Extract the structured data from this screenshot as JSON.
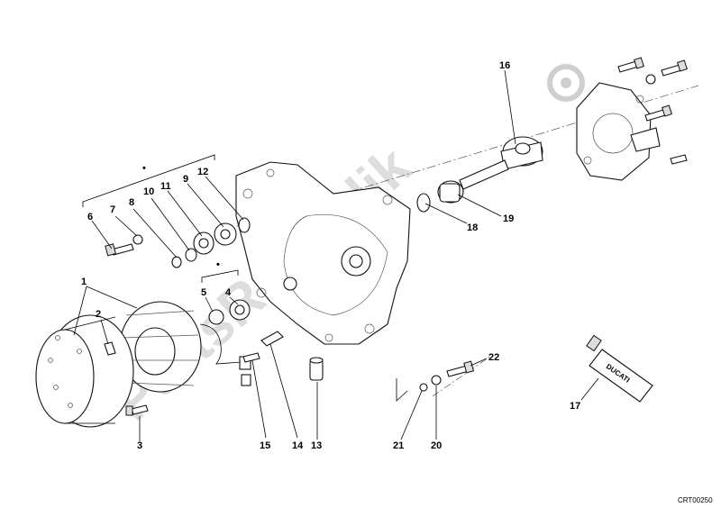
{
  "watermark": "PartsRepublik",
  "reference_code": "CRT00250",
  "group_marker": "•",
  "tube_brand": "DUCATI",
  "callouts": [
    {
      "id": "c1",
      "label": "1"
    },
    {
      "id": "c2",
      "label": "2"
    },
    {
      "id": "c3",
      "label": "3"
    },
    {
      "id": "c4",
      "label": "4"
    },
    {
      "id": "c5",
      "label": "5"
    },
    {
      "id": "c6",
      "label": "6"
    },
    {
      "id": "c7",
      "label": "7"
    },
    {
      "id": "c8",
      "label": "8"
    },
    {
      "id": "c9",
      "label": "9"
    },
    {
      "id": "c10",
      "label": "10"
    },
    {
      "id": "c11",
      "label": "11"
    },
    {
      "id": "c12",
      "label": "12"
    },
    {
      "id": "c13",
      "label": "13"
    },
    {
      "id": "c14",
      "label": "14"
    },
    {
      "id": "c15",
      "label": "15"
    },
    {
      "id": "c16",
      "label": "16"
    },
    {
      "id": "c17",
      "label": "17"
    },
    {
      "id": "c18",
      "label": "18"
    },
    {
      "id": "c19",
      "label": "19"
    },
    {
      "id": "c20",
      "label": "20"
    },
    {
      "id": "c21",
      "label": "21"
    },
    {
      "id": "c22",
      "label": "22"
    }
  ]
}
